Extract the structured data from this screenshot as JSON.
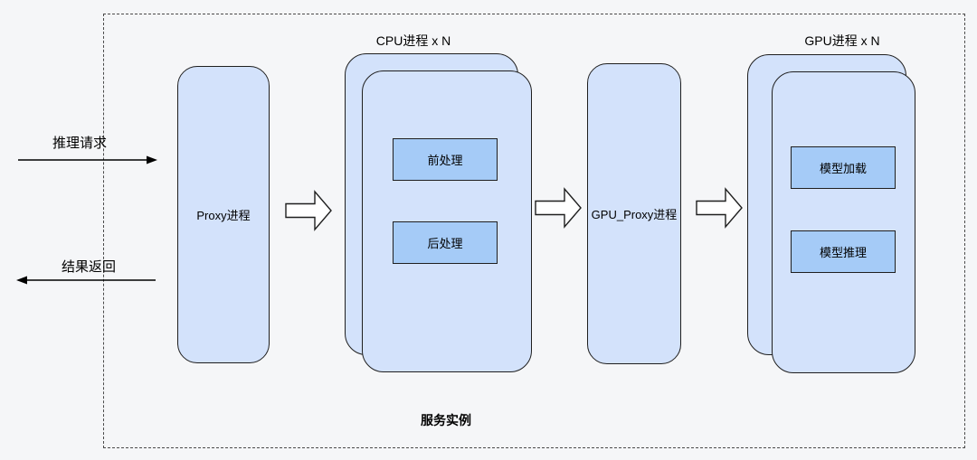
{
  "diagram": {
    "container": {
      "label": "服务实例"
    },
    "flows": {
      "request": "推理请求",
      "response": "结果返回"
    },
    "proxy": {
      "label": "Proxy进程"
    },
    "cpu_stack": {
      "title": "CPU进程 x N",
      "boxes": [
        {
          "label": "前处理"
        },
        {
          "label": "后处理"
        }
      ]
    },
    "gpu_proxy": {
      "label": "GPU_Proxy进程"
    },
    "gpu_stack": {
      "title": "GPU进程 x N",
      "boxes": [
        {
          "label": "模型加载"
        },
        {
          "label": "模型推理"
        }
      ]
    },
    "colors": {
      "background": "#f5f6f8",
      "card_fill": "#d3e2fb",
      "inner_box_fill": "#a5cbf7",
      "stroke": "#1f1f1f",
      "dashed_border": "#4a4a4a"
    }
  }
}
